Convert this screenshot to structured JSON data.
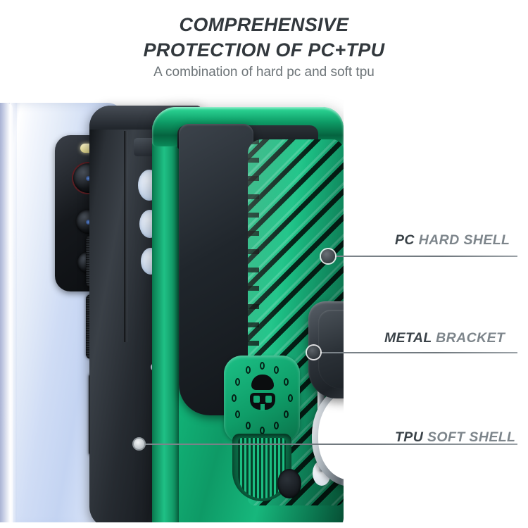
{
  "heading": {
    "line1": "COMPREHENSIVE",
    "line2": "PROTECTION OF PC+TPU",
    "subtitle": "A combination of hard pc and soft tpu"
  },
  "callouts": [
    {
      "key": "PC",
      "rest": " HARD SHELL",
      "name": "pc-hard-shell"
    },
    {
      "key": "METAL",
      "rest": " BRACKET",
      "name": "metal-bracket"
    },
    {
      "key": "TPU",
      "rest": " SOFT SHELL",
      "name": "tpu-soft-shell"
    }
  ],
  "colors": {
    "heading_dark": "#32383d",
    "subtitle_gray": "#6d7478",
    "label_key": "#3a4248",
    "label_value": "#7d858b",
    "case_green": "#17b77c",
    "case_green_dark": "#0a6b45",
    "case_green_light": "#2fdc9a",
    "shell_black": "#20262c",
    "metal_silver": "#aeb6bd",
    "phone_body": "#cfdcf5",
    "leader_line": "#6f777d"
  },
  "product": {
    "phone": {
      "name": "smartphone-back",
      "camera_module": "triple-lens-camera",
      "lens_count": 3,
      "flash": "led-flash",
      "side_buttons": 3
    },
    "tpu_shell": {
      "name": "tpu-soft-shell-layer",
      "material": "soft tpu",
      "color": "black"
    },
    "pc_shell": {
      "name": "pc-hard-shell-layer",
      "material": "hard pc",
      "color": "green"
    },
    "bracket": {
      "name": "metal-ring-bracket",
      "material": "metal",
      "color": "silver"
    },
    "emblem": {
      "name": "skull-emblem",
      "dot_count": 12
    }
  }
}
